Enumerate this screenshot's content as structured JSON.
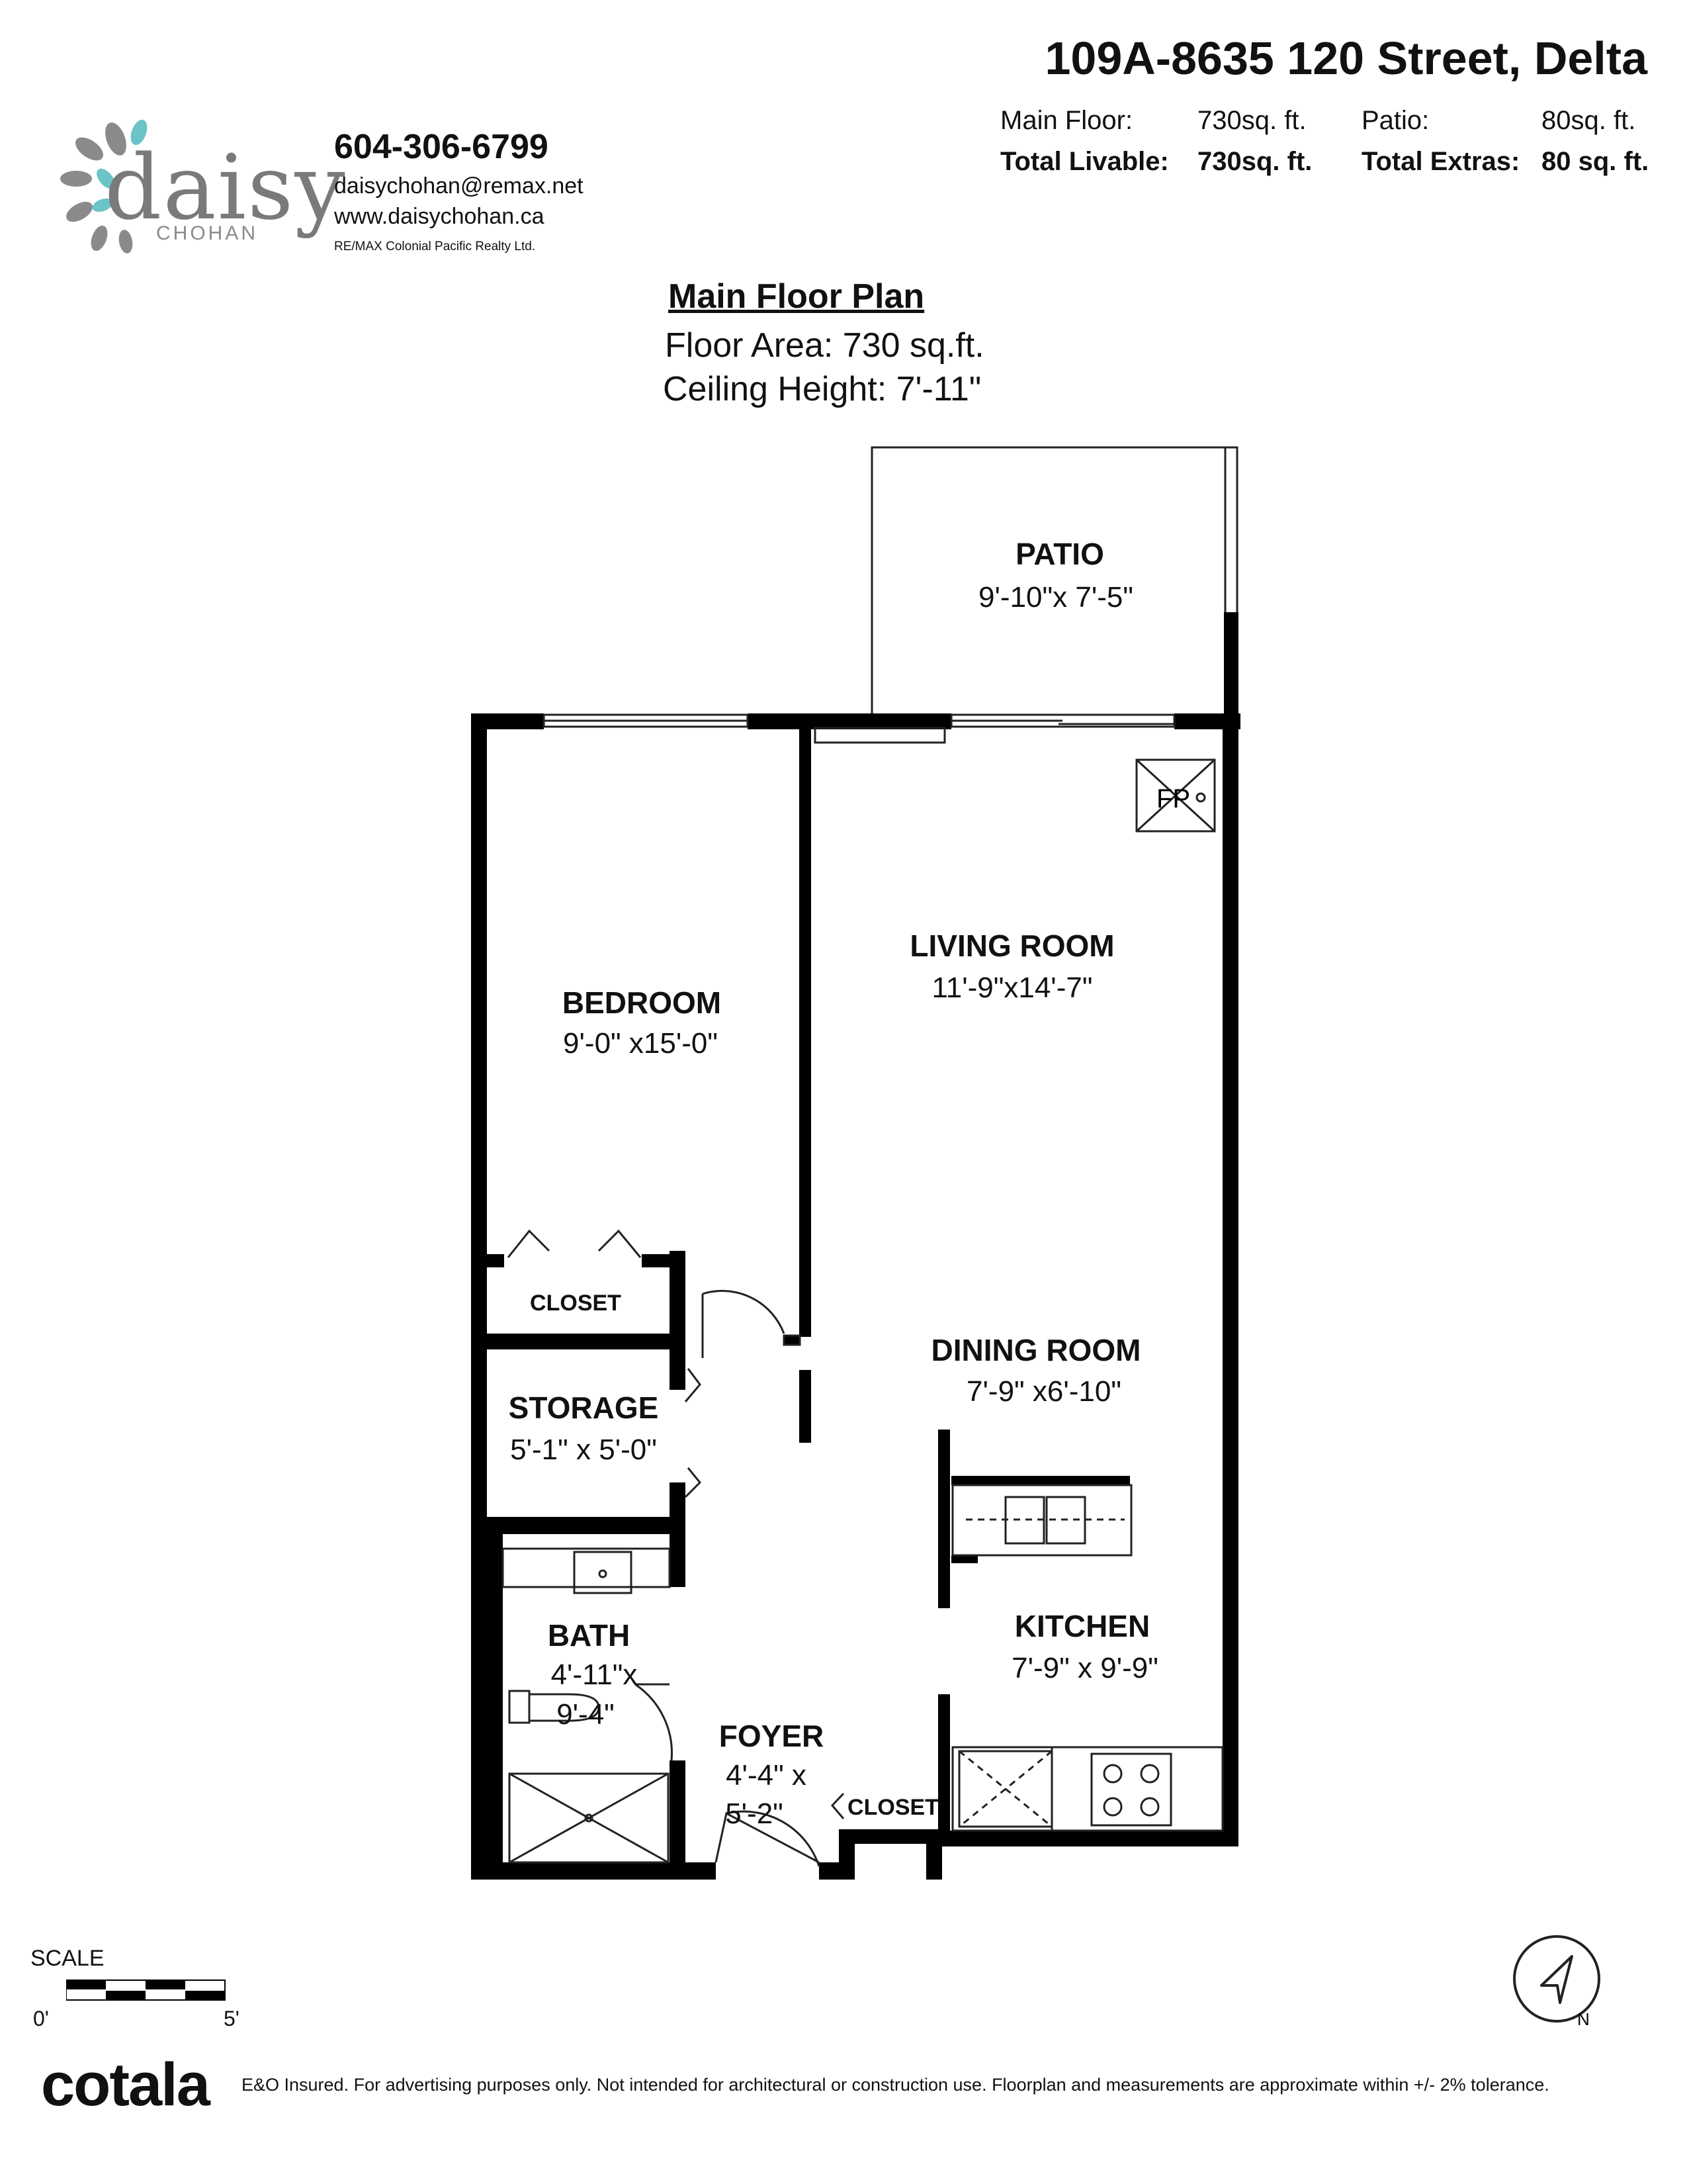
{
  "header": {
    "address": "109A-8635 120 Street, Delta",
    "main_floor_label": "Main Floor:",
    "main_floor_value": "730sq. ft.",
    "patio_label": "Patio:",
    "patio_value": "80sq. ft.",
    "total_livable_label": "Total Livable:",
    "total_livable_value": "730sq. ft.",
    "total_extras_label": "Total Extras:",
    "total_extras_value": "80 sq. ft."
  },
  "agent": {
    "logo_word": "daisy",
    "logo_sub": "CHOHAN",
    "phone": "604-306-6799",
    "email": "daisychohan@remax.net",
    "website": "www.daisychohan.ca",
    "brokerage": "RE/MAX Colonial Pacific Realty Ltd.",
    "brand_teal": "#6cc3c8",
    "brand_grey": "#8a8a8a"
  },
  "plan": {
    "title": "Main Floor Plan",
    "floor_area": "Floor Area: 730 sq.ft.",
    "ceiling_height": "Ceiling Height: 7'-11\""
  },
  "rooms": {
    "patio": {
      "name": "PATIO",
      "dims": "9'-10\"x 7'-5\""
    },
    "living": {
      "name": "LIVING ROOM",
      "dims": "11'-9\"x14'-7\""
    },
    "bedroom": {
      "name": "BEDROOM",
      "dims": "9'-0\" x15'-0\""
    },
    "closet1": {
      "name": "CLOSET"
    },
    "dining": {
      "name": "DINING ROOM",
      "dims": "7'-9\" x6'-10\""
    },
    "storage": {
      "name": "STORAGE",
      "dims": "5'-1\" x 5'-0\""
    },
    "bath": {
      "name": "BATH",
      "dims1": "4'-11\"x",
      "dims2": "9'-4\""
    },
    "kitchen": {
      "name": "KITCHEN",
      "dims": "7'-9\" x 9'-9\""
    },
    "foyer": {
      "name": "FOYER",
      "dims1": "4'-4\" x",
      "dims2": "5'-2\""
    },
    "closet2": {
      "name": "CLOSET"
    },
    "fireplace": "FP"
  },
  "footer": {
    "scale_label": "SCALE",
    "scale_start": "0'",
    "scale_end": "5'",
    "brand": "cotala",
    "disclaimer": "E&O Insured. For advertising purposes only. Not intended for architectural or construction use. Floorplan and measurements are approximate within +/- 2% tolerance.",
    "compass_letter": "N"
  }
}
